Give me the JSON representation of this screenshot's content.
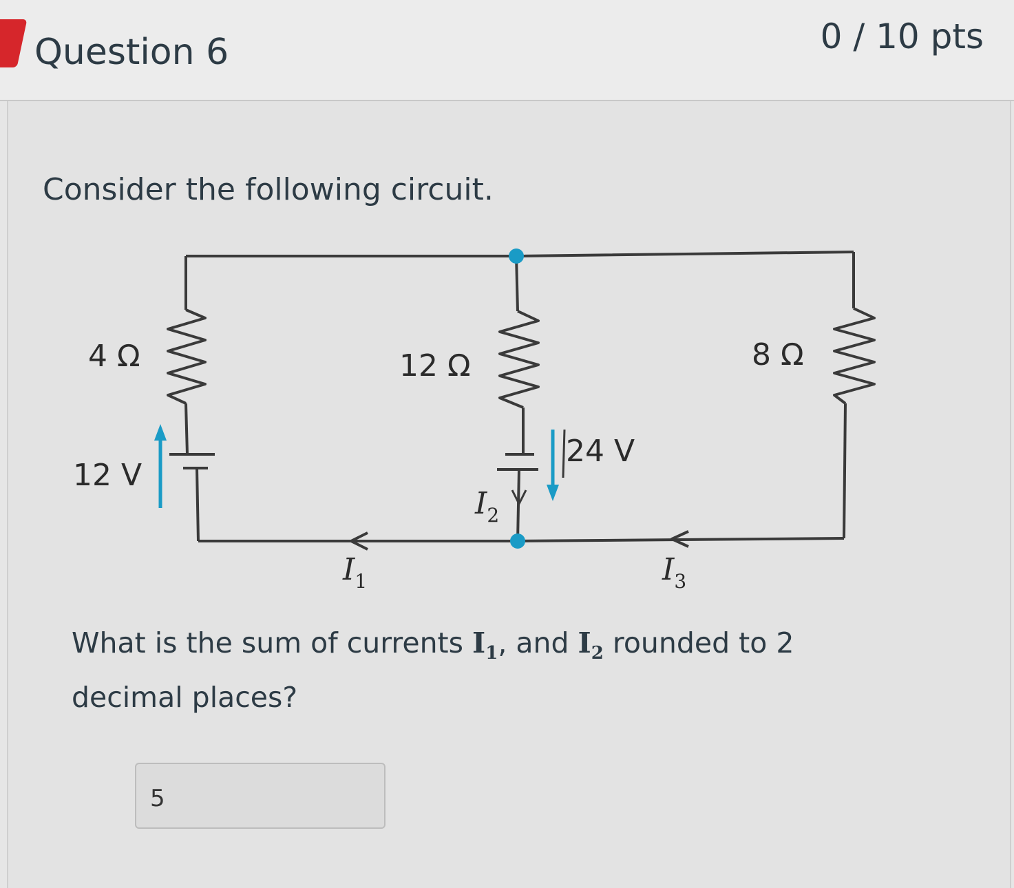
{
  "header": {
    "title": "Question 6",
    "points": "0 / 10 pts"
  },
  "question": {
    "intro": "Consider the following circuit.",
    "prompt_part1": "What is the sum of currents ",
    "i1": "I",
    "i1_sub": "1",
    "comma_and": ", and ",
    "i2": "I",
    "i2_sub": "2",
    "prompt_part2": " rounded to 2 decimal places?"
  },
  "circuit": {
    "r_left": "4 Ω",
    "r_middle": "12 Ω",
    "r_right": "8 Ω",
    "v_left": "12 V",
    "v_middle": "24 V",
    "current_1": "I",
    "current_1_sub": "1",
    "current_2": "I",
    "current_2_sub": "2",
    "current_3": "I",
    "current_3_sub": "3",
    "accent_color": "#1a9bc6"
  },
  "answer": {
    "value": "5"
  }
}
